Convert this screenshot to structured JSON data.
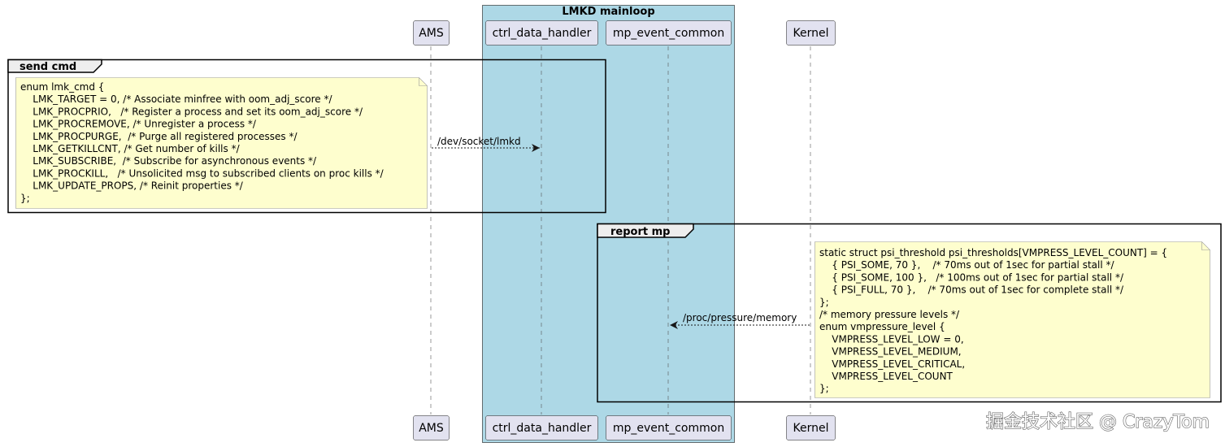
{
  "participants": [
    {
      "id": "ams",
      "label": "AMS"
    },
    {
      "id": "ctrl",
      "label": "ctrl_data_handler"
    },
    {
      "id": "mp",
      "label": "mp_event_common"
    },
    {
      "id": "kernel",
      "label": "Kernel"
    }
  ],
  "box": {
    "title": "LMKD mainloop",
    "color": "#add8e6"
  },
  "groups": {
    "send": {
      "label": "send cmd"
    },
    "report": {
      "label": "report mp"
    }
  },
  "notes": {
    "lmk_cmd": {
      "lines": [
        "enum lmk_cmd {",
        "    LMK_TARGET = 0, /* Associate minfree with oom_adj_score */",
        "    LMK_PROCPRIO,   /* Register a process and set its oom_adj_score */",
        "    LMK_PROCREMOVE, /* Unregister a process */",
        "    LMK_PROCPURGE,  /* Purge all registered processes */",
        "    LMK_GETKILLCNT, /* Get number of kills */",
        "    LMK_SUBSCRIBE,  /* Subscribe for asynchronous events */",
        "    LMK_PROCKILL,   /* Unsolicited msg to subscribed clients on proc kills */",
        "    LMK_UPDATE_PROPS, /* Reinit properties */",
        "};"
      ]
    },
    "psi": {
      "lines": [
        "static struct psi_threshold psi_thresholds[VMPRESS_LEVEL_COUNT] = {",
        "    { PSI_SOME, 70 },    /* 70ms out of 1sec for partial stall */",
        "    { PSI_SOME, 100 },   /* 100ms out of 1sec for partial stall */",
        "    { PSI_FULL, 70 },    /* 70ms out of 1sec for complete stall */",
        "};",
        "/* memory pressure levels */",
        "enum vmpressure_level {",
        "    VMPRESS_LEVEL_LOW = 0,",
        "    VMPRESS_LEVEL_MEDIUM,",
        "    VMPRESS_LEVEL_CRITICAL,",
        "    VMPRESS_LEVEL_COUNT",
        "};"
      ]
    }
  },
  "messages": [
    {
      "from": "ams",
      "to": "ctrl",
      "label": "/dev/socket/lmkd"
    },
    {
      "from": "kernel",
      "to": "mp",
      "label": "/proc/pressure/memory"
    }
  ],
  "watermark": "掘金技术社区 @ CrazyTom",
  "colors": {
    "participant_fill": "#e2e2f0",
    "participant_stroke": "#181818",
    "note_fill": "#fefece",
    "note_stroke": "#999999",
    "lifeline": "#555555",
    "box_fill": "#add8e6"
  }
}
